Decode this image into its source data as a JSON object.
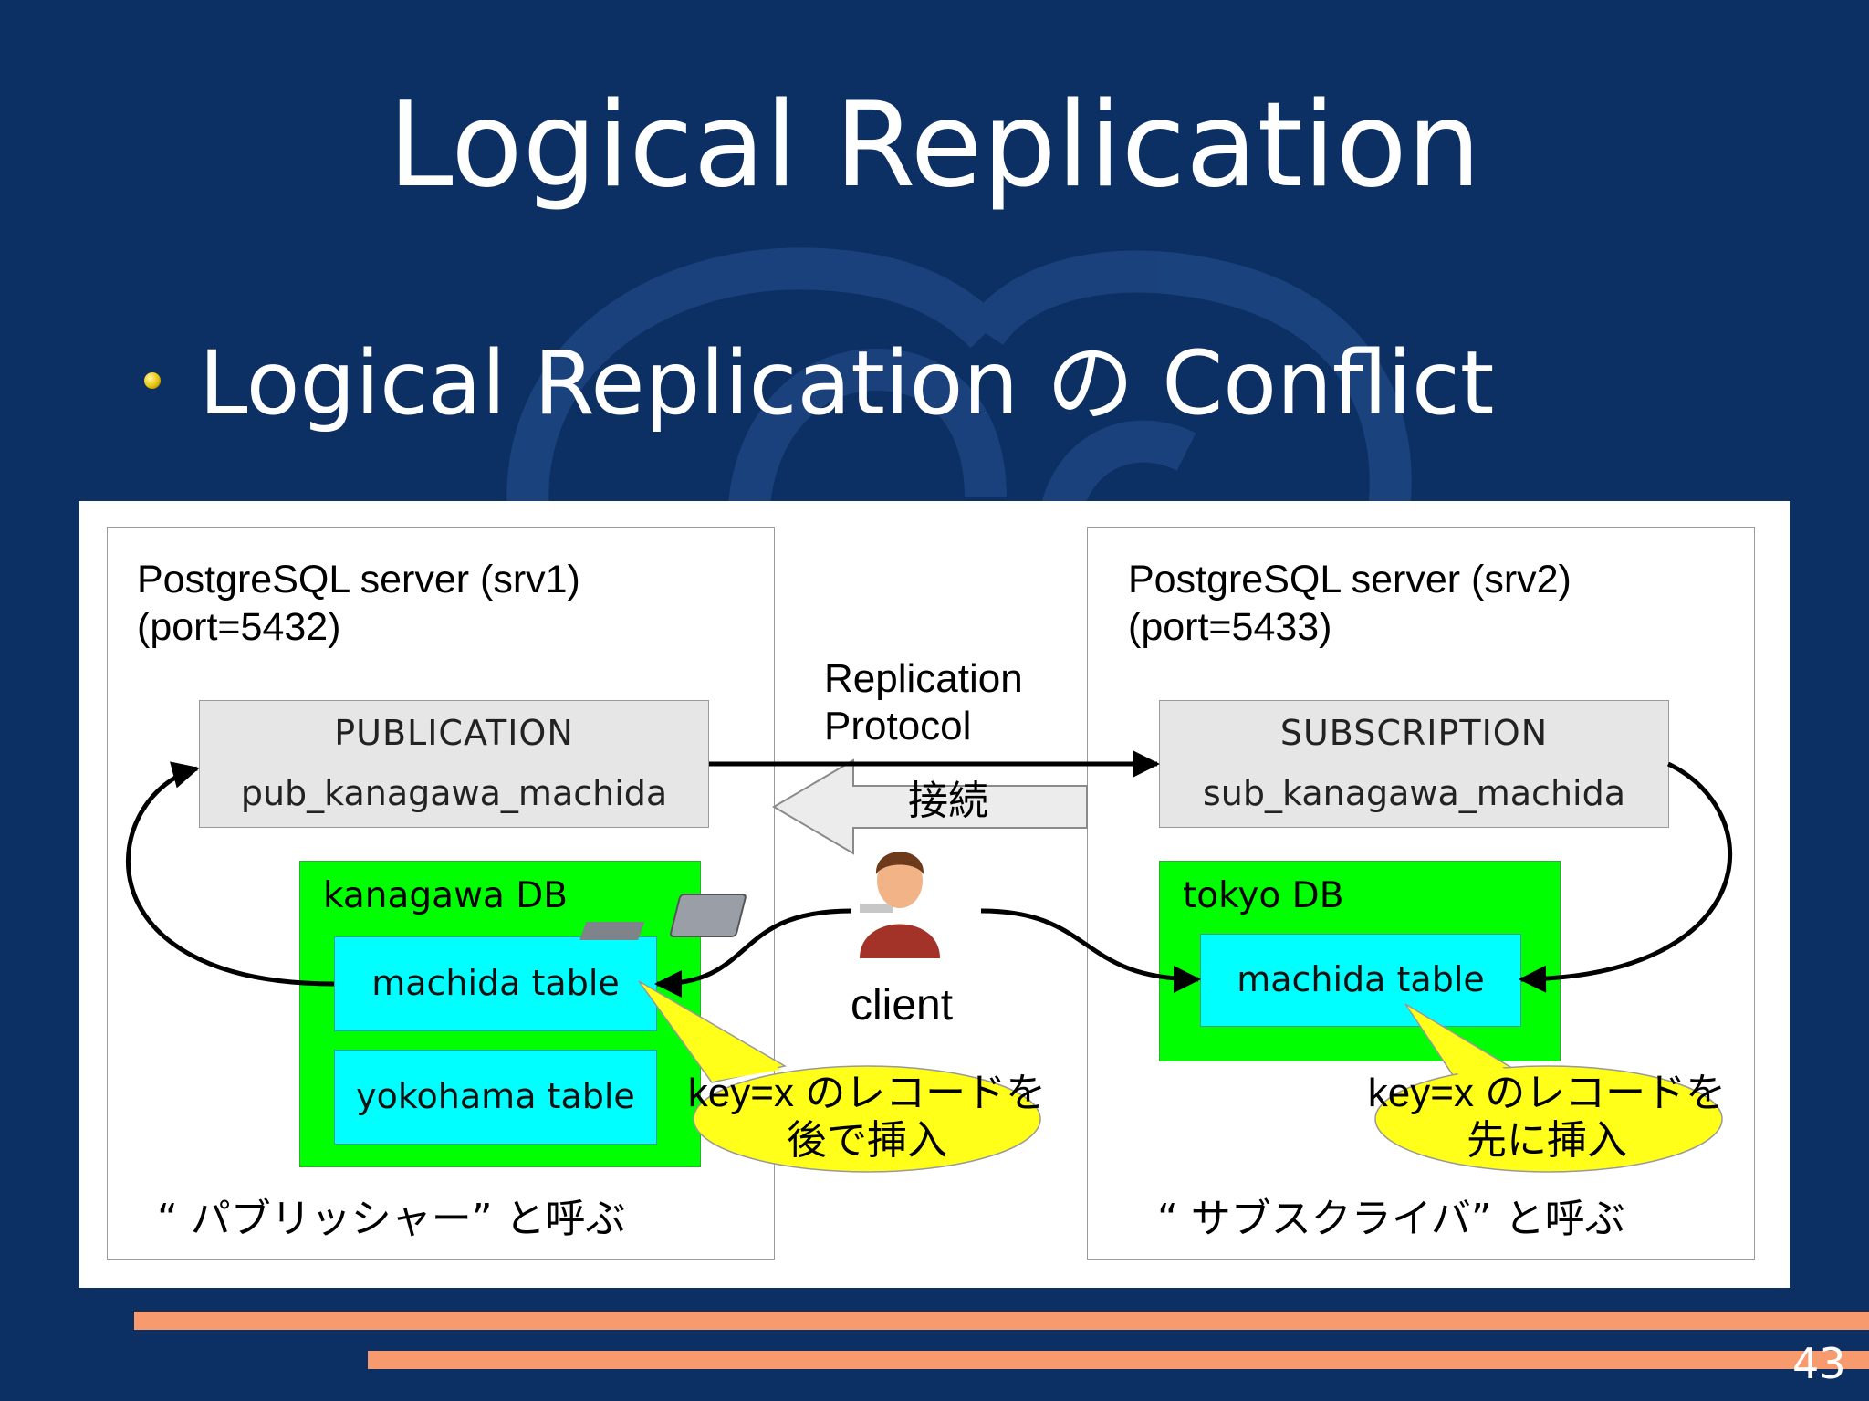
{
  "slide": {
    "title": "Logical Replication",
    "bullet": "Logical Replication の Conflict",
    "page_number": "43"
  },
  "diagram": {
    "srv1": {
      "title": "PostgreSQL server (srv1)",
      "port": "(port=5432)",
      "object_type": "PUBLICATION",
      "object_name": "pub_kanagawa_machida",
      "db_label": "kanagawa DB",
      "tables": [
        "machida table",
        "yokohama table"
      ],
      "note": "“ パブリッシャー” と呼ぶ"
    },
    "srv2": {
      "title": "PostgreSQL server (srv2)",
      "port": "(port=5433)",
      "object_type": "SUBSCRIPTION",
      "object_name": "sub_kanagawa_machida",
      "db_label": "tokyo DB",
      "tables": [
        "machida table"
      ],
      "note": "“ サブスクライバ” と呼ぶ"
    },
    "protocol_label_1": "Replication",
    "protocol_label_2": "Protocol",
    "connection_label": "接続",
    "client_label": "client",
    "callout_left": {
      "line1": "key=x のレコードを",
      "line2": "後で挿入"
    },
    "callout_right": {
      "line1": "key=x のレコードを",
      "line2": "先に挿入"
    },
    "colors": {
      "background": "#0c3064",
      "db_green": "#00ff00",
      "table_cyan": "#00ffff",
      "object_grey": "#e6e6e6",
      "callout_yellow": "#ffff19",
      "stripe_orange": "#f79a6e"
    },
    "icons": [
      "elephant-watermark-icon",
      "bullet-dot-icon",
      "client-user-icon"
    ]
  }
}
